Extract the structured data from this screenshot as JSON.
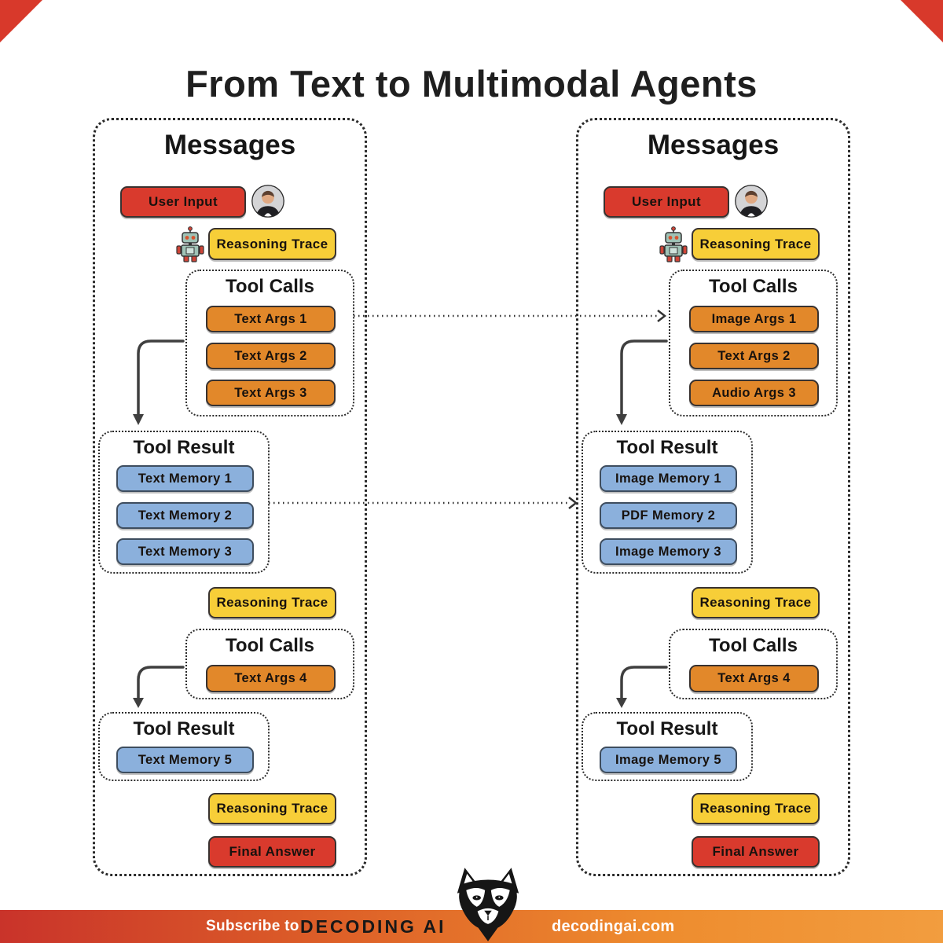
{
  "title": "From Text to Multimodal Agents",
  "colors": {
    "user_input_red": "#D93A2D",
    "reasoning_yellow": "#F7CE38",
    "args_orange": "#E2882A",
    "memory_blue": "#8BB0DC",
    "final_answer_red": "#D93A2D",
    "footer_gradient_left": "#C9332A",
    "footer_gradient_right": "#F29D3F"
  },
  "panels": [
    {
      "heading": "Messages",
      "user_input_label": "User Input",
      "reasoning_trace_labels": [
        "Reasoning Trace",
        "Reasoning Trace",
        "Reasoning Trace"
      ],
      "tool_calls": [
        {
          "title": "Tool Calls",
          "args": [
            "Text Args 1",
            "Text Args 2",
            "Text Args 3"
          ]
        },
        {
          "title": "Tool Calls",
          "args": [
            "Text Args 4"
          ]
        }
      ],
      "tool_results": [
        {
          "title": "Tool Result",
          "items": [
            "Text Memory 1",
            "Text Memory 2",
            "Text Memory 3"
          ]
        },
        {
          "title": "Tool Result",
          "items": [
            "Text Memory 5"
          ]
        }
      ],
      "final_answer_label": "Final Answer"
    },
    {
      "heading": "Messages",
      "user_input_label": "User Input",
      "reasoning_trace_labels": [
        "Reasoning Trace",
        "Reasoning Trace",
        "Reasoning Trace"
      ],
      "tool_calls": [
        {
          "title": "Tool Calls",
          "args": [
            "Image Args 1",
            "Text Args 2",
            "Audio Args 3"
          ]
        },
        {
          "title": "Tool Calls",
          "args": [
            "Text Args 4"
          ]
        }
      ],
      "tool_results": [
        {
          "title": "Tool Result",
          "items": [
            "Image Memory 1",
            "PDF Memory 2",
            "Image Memory 3"
          ]
        },
        {
          "title": "Tool Result",
          "items": [
            "Image Memory 5"
          ]
        }
      ],
      "final_answer_label": "Final Answer"
    }
  ],
  "icons": {
    "avatar": "user-avatar",
    "robot": "robot-icon",
    "cat": "cat-logo"
  },
  "footer": {
    "subscribe_label": "Subscribe to",
    "brand": "DECODING AI",
    "site": "decodingai.com"
  }
}
